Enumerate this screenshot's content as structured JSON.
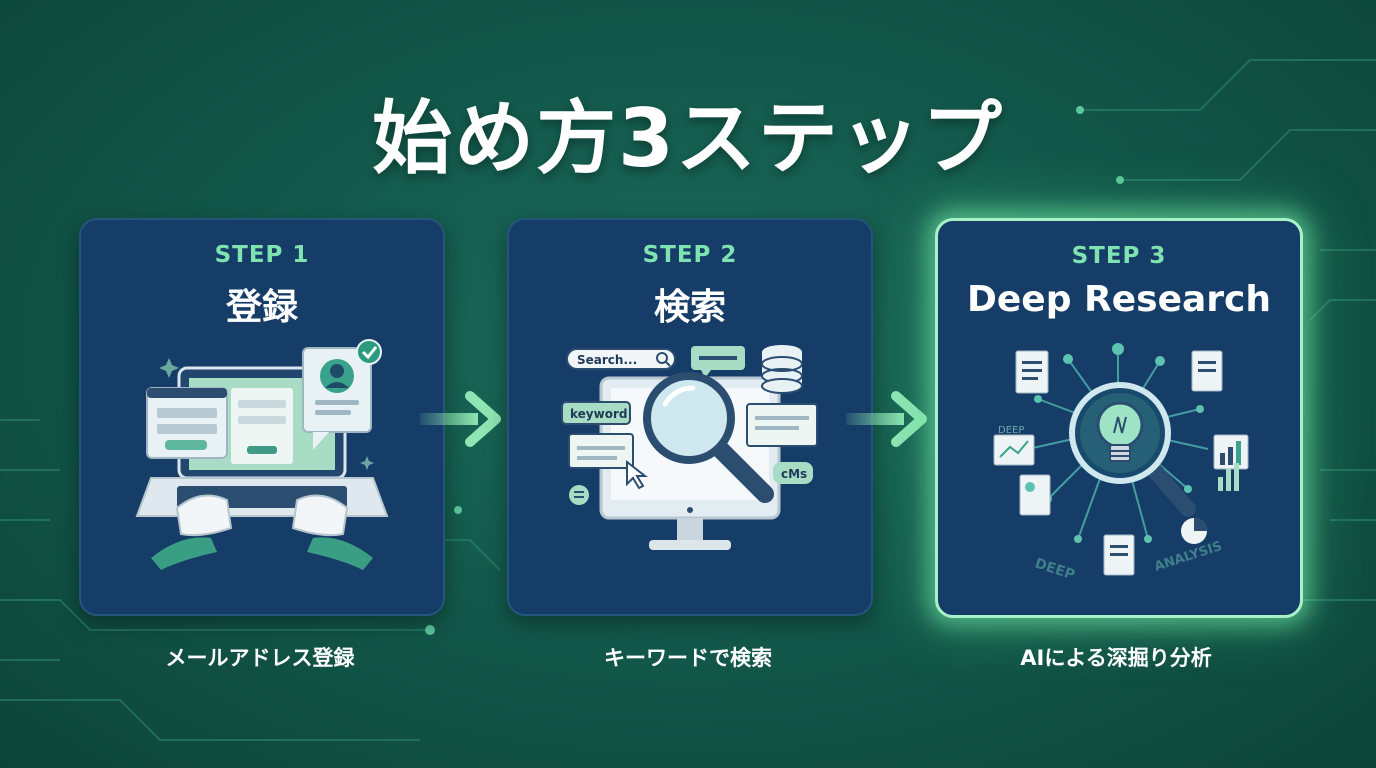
{
  "title": "始め方3ステップ",
  "steps": [
    {
      "label": "STEP 1",
      "title": "登録",
      "caption": "メールアドレス登録"
    },
    {
      "label": "STEP 2",
      "title": "検索",
      "caption": "キーワードで検索"
    },
    {
      "label": "STEP 3",
      "title": "Deep Research",
      "caption": "AIによる深掘り分析"
    }
  ],
  "illustration_text": {
    "search_placeholder": "Search...",
    "keyword_tag": "keyword",
    "cms_tag": "cMs",
    "deep_small": "DEEP",
    "deep_arc": "DEEP",
    "analysis_arc": "ANALYSIS"
  },
  "colors": {
    "background": "#135a4c",
    "card": "#163d68",
    "accent_green": "#7ee3b0",
    "arrow_green": "#8fe6b4"
  },
  "icons": [
    "laptop-icon",
    "user-profile-icon",
    "check-icon",
    "magnifier-icon",
    "database-icon",
    "monitor-icon",
    "lightbulb-icon",
    "document-icon",
    "chart-icon"
  ]
}
